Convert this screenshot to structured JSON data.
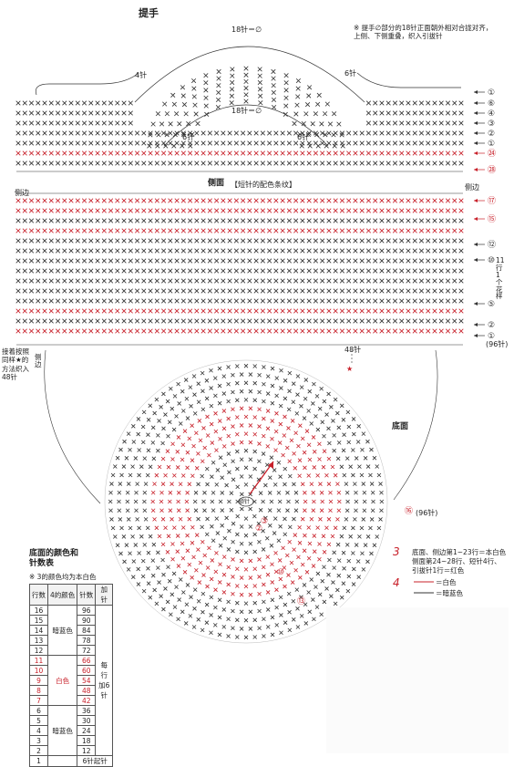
{
  "handle": {
    "title": "提手",
    "top_label": "18针＝∅",
    "inner_label": "18针＝∅",
    "left_side_count": "4针",
    "right_side_count": "6针",
    "bottom_left_count": "6针",
    "bottom_right_count": "6针",
    "note": "※ 提手∅部分的18针正面朝外相对合拢对齐，\n上侧、下侧重叠，织入引拔针"
  },
  "side": {
    "title": "侧面",
    "subtitle": "【短针的配色条纹】",
    "edge_left": "侧边",
    "edge_right": "侧边",
    "edge_left_lower": "侧边",
    "attach_note": "接着按照\n同样★的\n方法织入\n48针",
    "center_count": "48针",
    "star": "★",
    "pattern_repeat": "11行1个花样",
    "stitch_total": "(96针)",
    "rows": [
      {
        "num": "①",
        "color": "#333333"
      },
      {
        "num": "⑥",
        "color": "#333333"
      },
      {
        "num": "④",
        "color": "#333333"
      },
      {
        "num": "③",
        "color": "#333333"
      },
      {
        "num": "②",
        "color": "#333333"
      },
      {
        "num": "①",
        "color": "#333333"
      },
      {
        "num": "㉔",
        "color": "#c8202a"
      },
      {
        "num": "㉘",
        "color": "#c8202a"
      },
      {
        "num": "⑰",
        "color": "#c8202a"
      },
      {
        "num": "⑮",
        "color": "#c8202a"
      },
      {
        "num": "⑫",
        "color": "#333333"
      },
      {
        "num": "⑩",
        "color": "#333333"
      },
      {
        "num": "⑤",
        "color": "#333333"
      },
      {
        "num": "②",
        "color": "#333333"
      },
      {
        "num": "①",
        "color": "#333333"
      }
    ]
  },
  "bottom": {
    "title": "底面",
    "center_label": "锁针",
    "stitch_total": "(96针)",
    "rows": [
      "⑯",
      "③",
      "②",
      "⑩",
      "⑬"
    ]
  },
  "legend": {
    "num": "3",
    "line1": "底面、侧边第1~23行＝本白色",
    "line2": "侧面第24~28行、短针4行、",
    "line3": "引拔针1行＝红色",
    "item4": "4",
    "white_label": "＝白色",
    "blue_label": "＝暗蓝色"
  },
  "table": {
    "title": "底面的颜色和\n针数表",
    "note": "※ 3的颜色均为本白色",
    "headers": [
      "行数",
      "4的颜色",
      "针数",
      "加针"
    ],
    "rows": [
      {
        "row": "16",
        "count": "96",
        "red": false
      },
      {
        "row": "15",
        "count": "90",
        "red": false
      },
      {
        "row": "14",
        "count": "84",
        "red": false
      },
      {
        "row": "13",
        "count": "78",
        "red": false
      },
      {
        "row": "12",
        "count": "72",
        "red": false
      },
      {
        "row": "11",
        "count": "66",
        "red": true
      },
      {
        "row": "10",
        "count": "60",
        "red": true
      },
      {
        "row": "9",
        "count": "54",
        "red": true
      },
      {
        "row": "8",
        "count": "48",
        "red": true
      },
      {
        "row": "7",
        "count": "42",
        "red": true
      },
      {
        "row": "6",
        "count": "36",
        "red": false
      },
      {
        "row": "5",
        "count": "30",
        "red": false
      },
      {
        "row": "4",
        "count": "24",
        "red": false
      },
      {
        "row": "3",
        "count": "18",
        "red": false
      },
      {
        "row": "2",
        "count": "12",
        "red": false
      },
      {
        "row": "1",
        "count": "6针起针",
        "red": false
      }
    ],
    "color_groups": {
      "top": "暗蓝色",
      "middle": "白色",
      "bottom": "暗蓝色"
    },
    "increase_note": "每行加6针"
  },
  "colors": {
    "ink": "#333333",
    "red": "#c8202a",
    "bag_red": "#8c1a22",
    "bag_tan": "#cfb892"
  }
}
